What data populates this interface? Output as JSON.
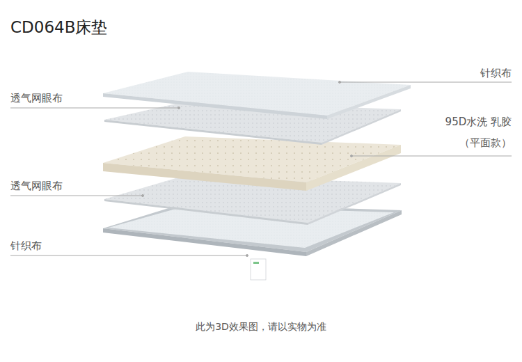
{
  "diagram": {
    "title": "CD064B床垫",
    "caption": "此为3D效果图，请以实物为准",
    "labels": [
      "针织布",
      "透气网眼布",
      "95D水洗 乳胶（平面款）",
      "透气网眼布",
      "针织布"
    ]
  }
}
